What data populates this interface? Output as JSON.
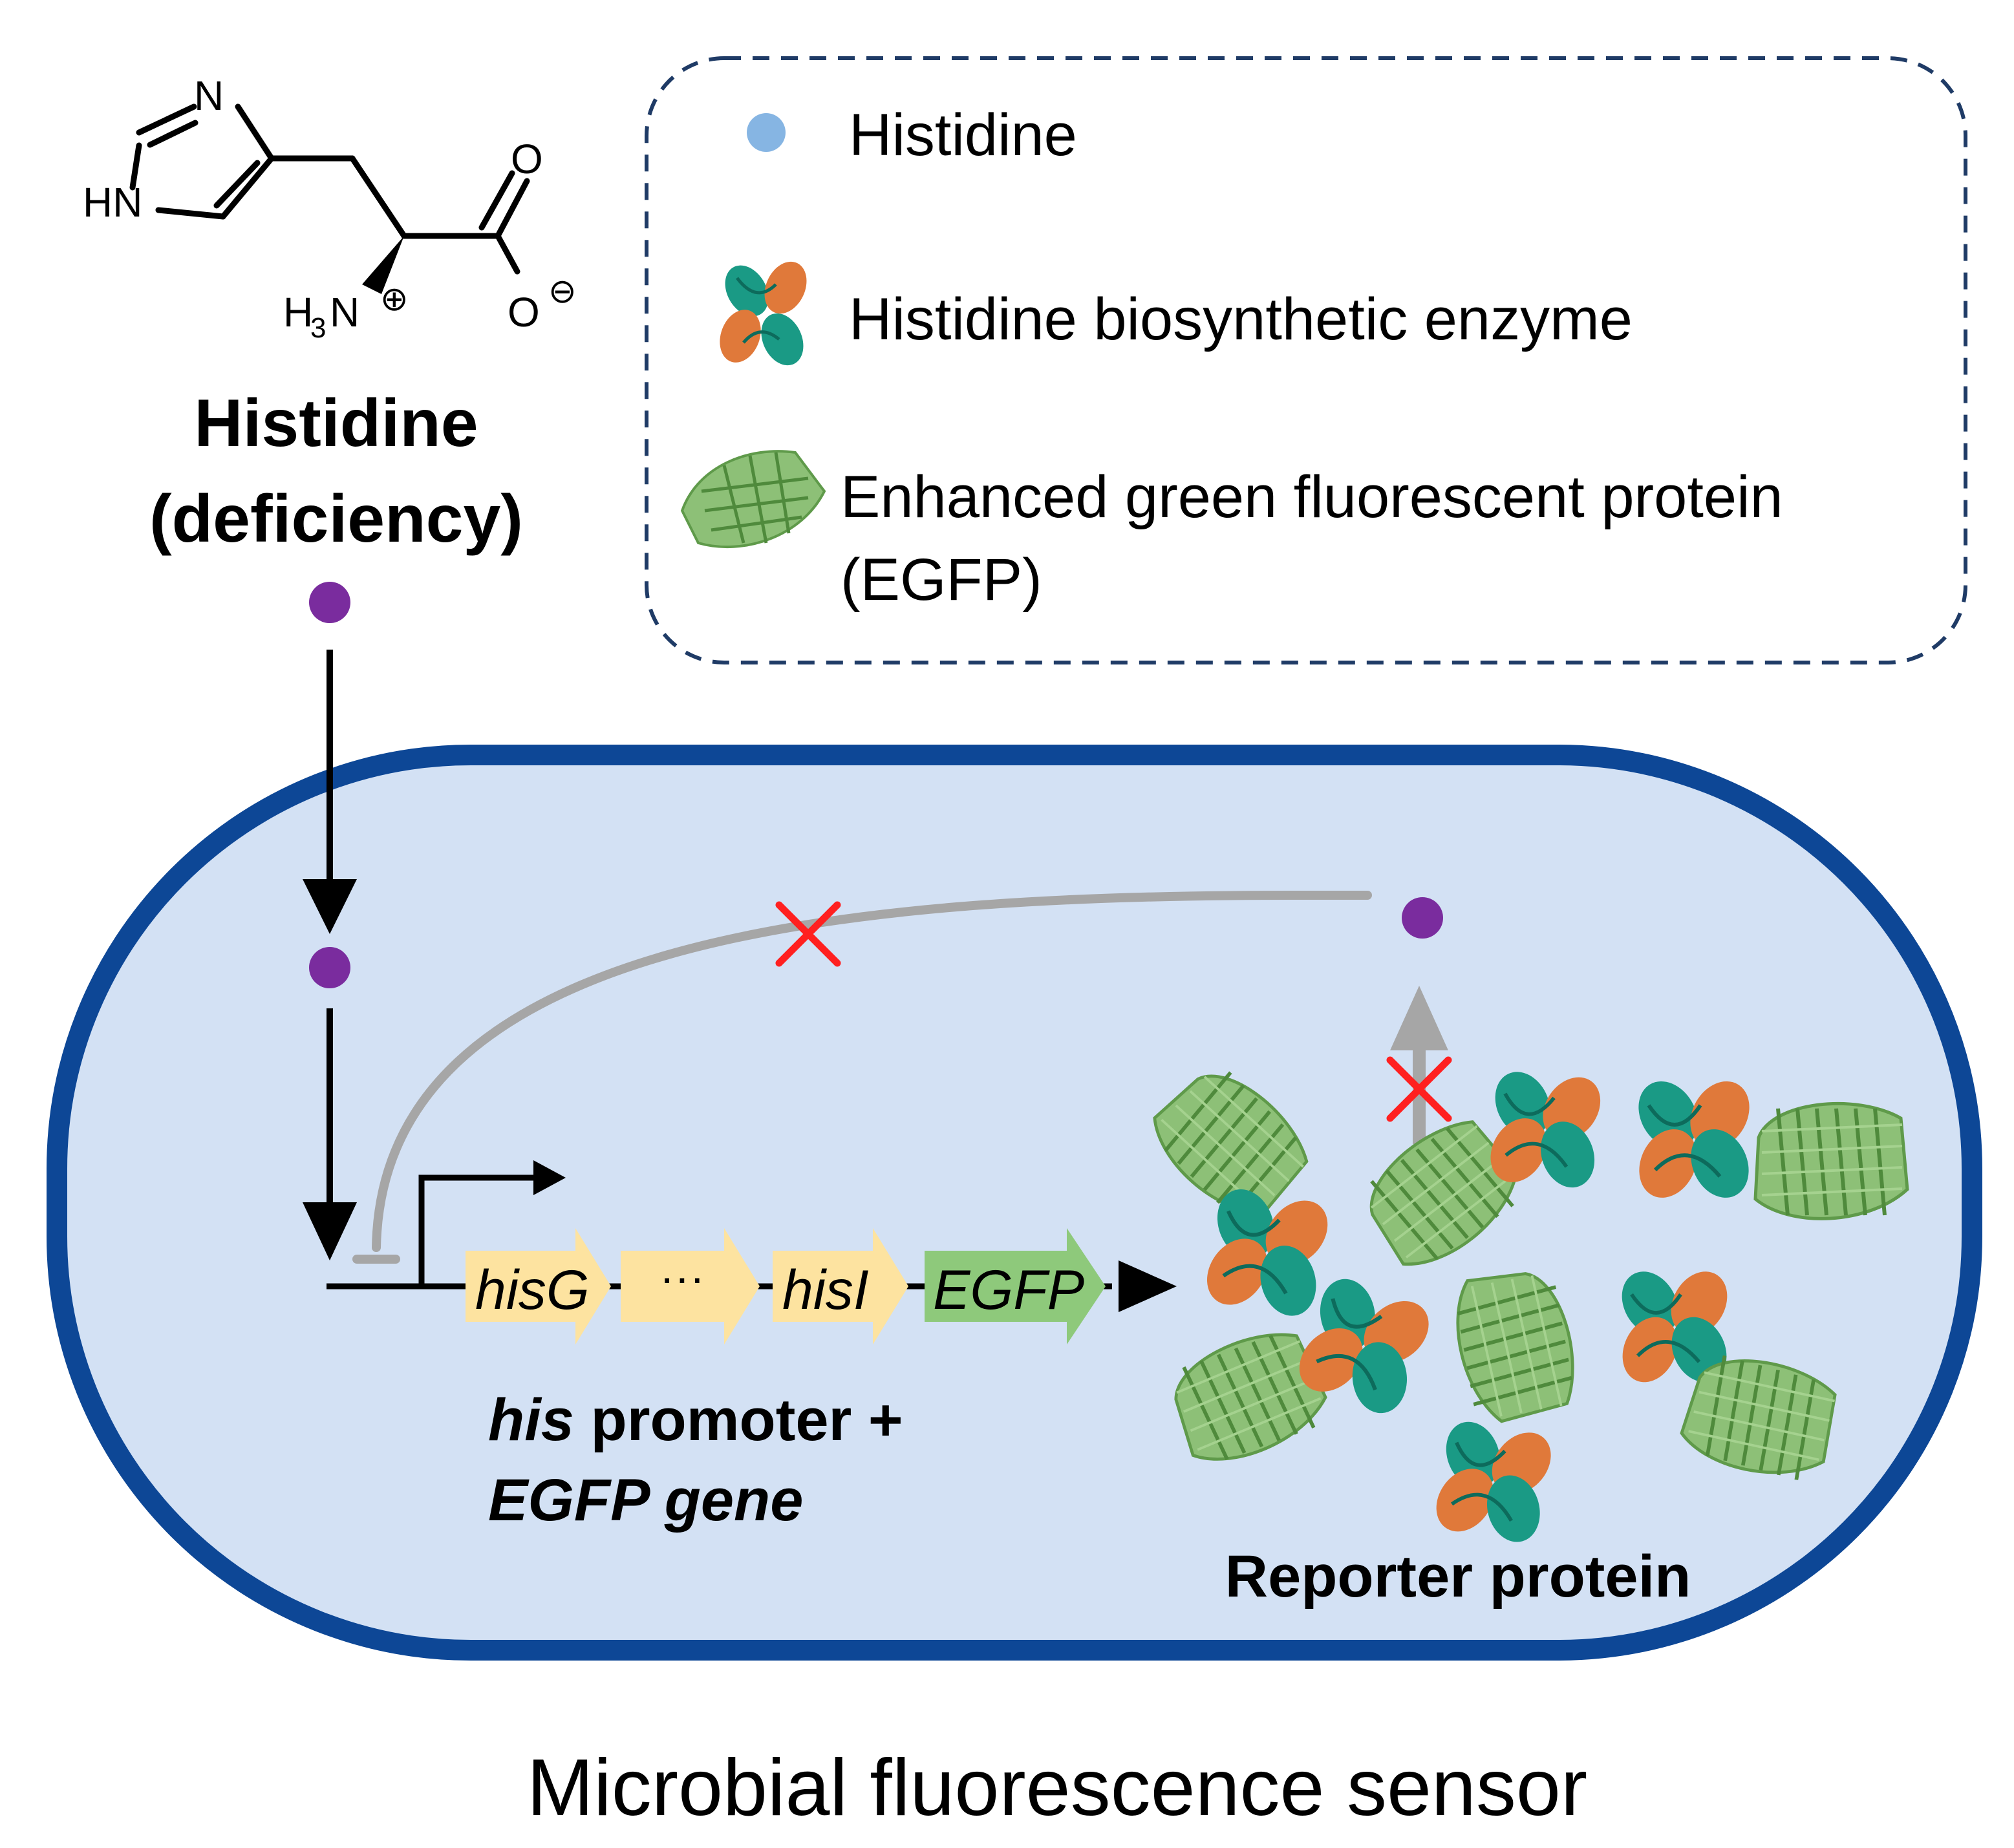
{
  "molecule": {
    "atom_labels": [
      "N",
      "HN",
      "O",
      "H",
      "3",
      "N",
      "O",
      "⊕",
      "⊖"
    ],
    "name": "Histidine",
    "note": "(deficiency)"
  },
  "legend": {
    "items": [
      {
        "icon": "blue-dot-icon",
        "label": "Histidine"
      },
      {
        "icon": "enzyme-icon",
        "label": "Histidine biosynthetic enzyme"
      },
      {
        "icon": "egfp-icon",
        "label": "Enhanced green fluorescent protein",
        "label_line2": "(EGFP)"
      }
    ]
  },
  "operon": {
    "genes": [
      "hisG",
      "···",
      "hisI",
      "EGFP"
    ],
    "caption_italic_1": "his",
    "caption_1": " promoter +",
    "caption_2": "EGFP gene"
  },
  "reporter_label": "Reporter protein",
  "figure_caption": "Microbial fluorescence sensor",
  "colors": {
    "cell_fill": "#d3e1f4",
    "cell_border": "#0d4796",
    "histidine_dot": "#7a2c9e",
    "legend_dot": "#86b5e3",
    "feedback": "#a6a6a6",
    "blocked": "#ff2020",
    "his_gene": "#fde3a0",
    "egfp_gene": "#8ec97b",
    "egfp_protein": "#8dc077",
    "enzyme_orange": "#e0793a",
    "enzyme_teal": "#1a9a85"
  }
}
